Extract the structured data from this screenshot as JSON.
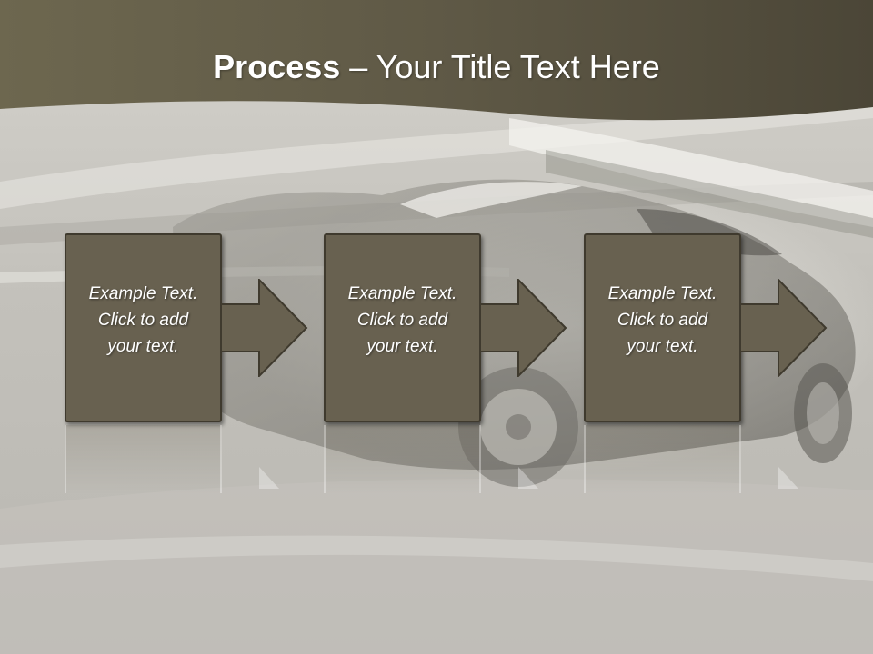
{
  "slide": {
    "title_bold": "Process",
    "title_rest": " – Your Title Text Here",
    "steps": [
      {
        "line1": "Example Text.",
        "line2": "Click  to add",
        "line3": "your text."
      },
      {
        "line1": "Example Text.",
        "line2": "Click  to add",
        "line3": "your text."
      },
      {
        "line1": "Example Text.",
        "line2": "Click  to add",
        "line3": "your text."
      }
    ]
  },
  "colors": {
    "header_band": "#58523f",
    "box_fill": "#686150",
    "box_border": "#3f3a2e",
    "background": "#bdbbb5",
    "text": "#ffffff"
  }
}
